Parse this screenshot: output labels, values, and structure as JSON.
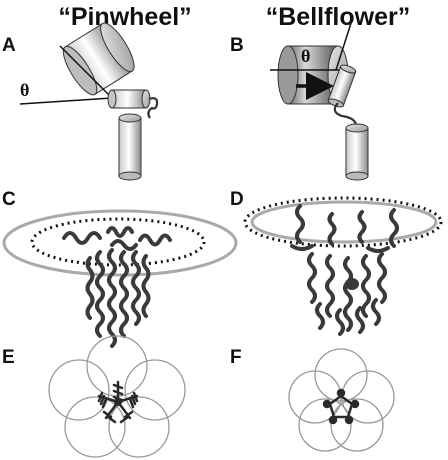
{
  "columns": {
    "left_title": "“Pinwheel”",
    "right_title": "“Bellflower”"
  },
  "panels": {
    "a": "A",
    "b": "B",
    "c": "C",
    "d": "D",
    "e": "E",
    "f": "F"
  },
  "angle_symbol": "θ",
  "colors": {
    "helix_dark": "#3a3a3a",
    "ring_gray": "#999999",
    "ellipse_light": "#aaaaaa",
    "dotted": "#111111"
  },
  "icons": {
    "arrow": "right-arrow-icon"
  }
}
